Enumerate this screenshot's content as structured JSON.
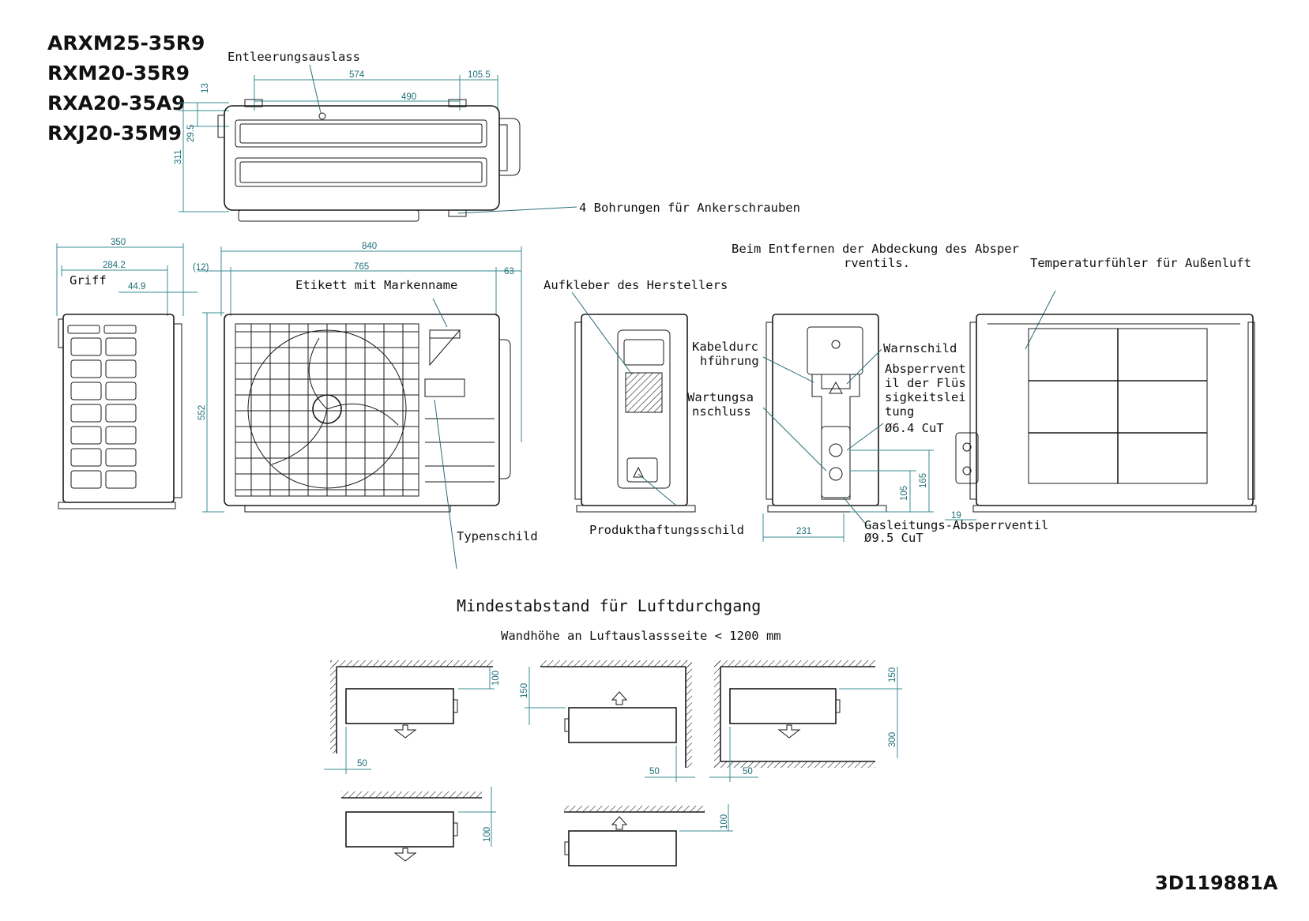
{
  "models": [
    "ARXM25-35R9",
    "RXM20-35R9",
    "RXA20-35A9",
    "RXJ20-35M9"
  ],
  "document_id": "3D119881A",
  "labels": {
    "drain_outlet": "Entleerungsauslass",
    "anchor_holes": "4 Bohrungen für Ankerschrauben",
    "handle": "Griff",
    "brand_label": "Etikett mit Markenname",
    "manufacturer_sticker": "Aufkleber des Herstellers",
    "cover_note_line1": "Beim Entfernen der Abdeckung des Absper",
    "cover_note_line2": "rventils.",
    "outdoor_temp_sensor": "Temperaturfühler für Außenluft",
    "cable_feed_line1": "Kabeldurc",
    "cable_feed_line2": "hführung",
    "service_port_line1": "Wartungsa",
    "service_port_line2": "nschluss",
    "warning_sign": "Warnschild",
    "liquid_valve_line1": "Absperrvent",
    "liquid_valve_line2": "il der Flüs",
    "liquid_valve_line3": "sigkeitslei",
    "liquid_valve_line4": "tung",
    "liquid_valve_size": "Ø6.4 CuT",
    "nameplate": "Typenschild",
    "product_liability_sign": "Produkthaftungsschild",
    "gas_valve": "Gasleitungs-Absperrventil",
    "gas_valve_size": "Ø9.5 CuT"
  },
  "dimensions": {
    "top_width_574": "574",
    "top_offset_105_5": "105.5",
    "top_hole_spacing_490": "490",
    "top_13": "13",
    "top_29_5": "29.5",
    "top_depth_311": "311",
    "side_depth_350": "350",
    "side_284_2": "284.2",
    "side_44_9": "44.9",
    "front_width_840": "840",
    "front_paren_12": "(12)",
    "front_765": "765",
    "front_63": "63",
    "front_height_552": "552",
    "valve_165": "165",
    "valve_105": "105",
    "valve_231": "231",
    "valve_19": "19"
  },
  "clearance": {
    "title": "Mindestabstand für Luftdurchgang",
    "subtitle": "Wandhöhe an Luftauslassseite < 1200 mm",
    "d1_100": "100",
    "d1_50": "50",
    "d2_150": "150",
    "d2_50": "50",
    "d3_150": "150",
    "d3_300": "300",
    "d3_50": "50",
    "d4_100": "100",
    "d5_100": "100"
  }
}
